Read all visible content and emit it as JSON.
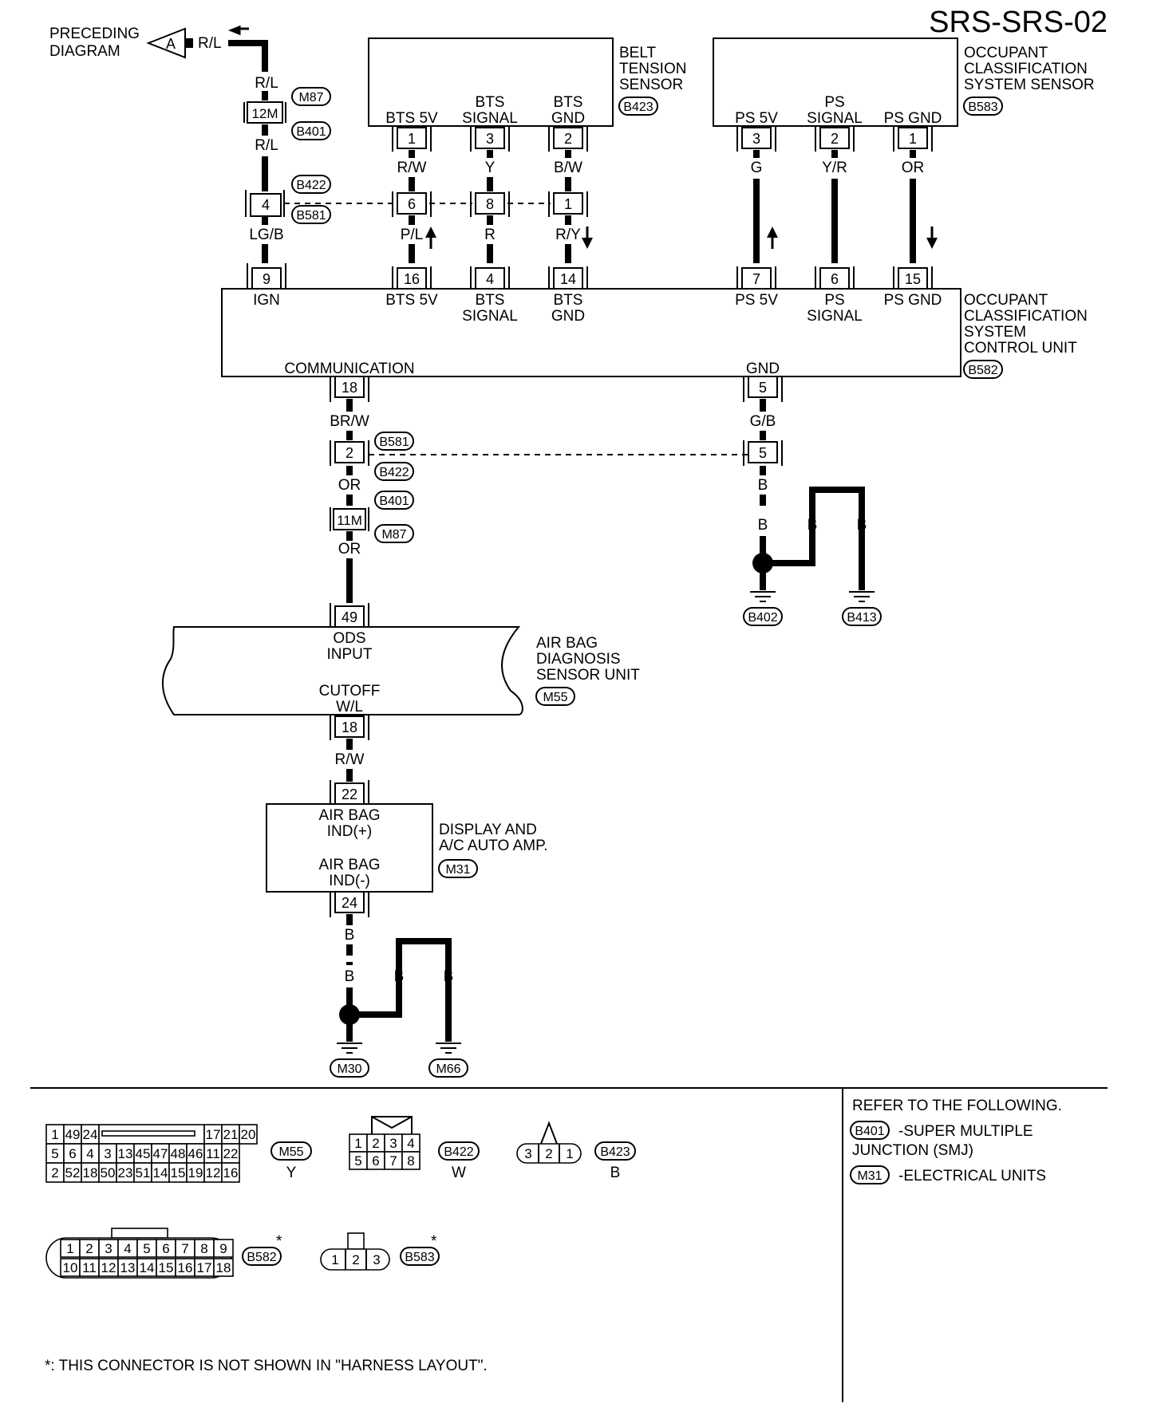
{
  "page_title": "SRS-SRS-02",
  "preceding": {
    "label1": "PRECEDING",
    "label2": "DIAGRAM",
    "badge": "A",
    "wire": "R/L"
  },
  "joint": {
    "top_wire": "R/L",
    "conn1_pin": "12M",
    "conn1_loc": "M87",
    "conn1_loc2": "B401",
    "mid_wire": "R/L",
    "conn2_pin": "4",
    "conn2_loc": "B422",
    "conn2_loc2": "B581",
    "bottom_wire": "LG/B"
  },
  "belt_sensor": {
    "name": [
      "BELT",
      "TENSION",
      "SENSOR"
    ],
    "loc": "B423",
    "pins": [
      {
        "label1": "BTS 5V",
        "label2": "",
        "pin": "1",
        "wire": "R/W",
        "jpin": "6",
        "wire2": "P/L",
        "arrow": "up",
        "cupin": "16"
      },
      {
        "label1": "BTS",
        "label2": "SIGNAL",
        "pin": "3",
        "wire": "Y",
        "jpin": "8",
        "wire2": "R",
        "arrow": "",
        "cupin": "4"
      },
      {
        "label1": "BTS",
        "label2": "GND",
        "pin": "2",
        "wire": "B/W",
        "jpin": "1",
        "wire2": "R/Y",
        "arrow": "down",
        "cupin": "14"
      }
    ]
  },
  "ocs_sensor": {
    "name": [
      "OCCUPANT",
      "CLASSIFICATION",
      "SYSTEM SENSOR"
    ],
    "loc": "B583",
    "pins": [
      {
        "label1": "PS 5V",
        "label2": "",
        "pin": "3",
        "wire": "G",
        "arrow": "up",
        "cupin": "7"
      },
      {
        "label1": "PS",
        "label2": "SIGNAL",
        "pin": "2",
        "wire": "Y/R",
        "arrow": "",
        "cupin": "6"
      },
      {
        "label1": "PS GND",
        "label2": "",
        "pin": "1",
        "wire": "OR",
        "arrow": "down",
        "cupin": "15"
      }
    ]
  },
  "control_unit": {
    "name": [
      "OCCUPANT",
      "CLASSIFICATION",
      "SYSTEM",
      "CONTROL UNIT"
    ],
    "loc": "B582",
    "ign_pin": "9",
    "ign_label": "IGN",
    "top_labels": [
      {
        "l1": "BTS 5V",
        "l2": ""
      },
      {
        "l1": "BTS",
        "l2": "SIGNAL"
      },
      {
        "l1": "BTS",
        "l2": "GND"
      },
      {
        "l1": "PS 5V",
        "l2": ""
      },
      {
        "l1": "PS",
        "l2": "SIGNAL"
      },
      {
        "l1": "PS GND",
        "l2": ""
      }
    ],
    "comm_label": "COMMUNICATION",
    "comm_pin": "18",
    "gnd_label": "GND",
    "gnd_pin": "5"
  },
  "comm_path": {
    "wire1": "BR/W",
    "j_pin": "2",
    "j_loc": "B581",
    "j_loc2": "B422",
    "wire2": "OR",
    "m_pin": "11M",
    "m_loc": "B401",
    "m_loc2": "M87",
    "wire3": "OR"
  },
  "gnd_path": {
    "wire1": "G/B",
    "j_pin": "5",
    "wire2": "B",
    "wire3": "B",
    "wire4": "B",
    "wire5": "B",
    "ground1": "B402",
    "ground2": "B413"
  },
  "airbag_unit": {
    "top_pin": "49",
    "l1": "ODS",
    "l2": "INPUT",
    "l3": "CUTOFF",
    "l4": "W/L",
    "bottom_pin": "18",
    "name": [
      "AIR BAG",
      "DIAGNOSIS",
      "SENSOR UNIT"
    ],
    "loc": "M55"
  },
  "display_amp": {
    "wire_in": "R/W",
    "top_pin": "22",
    "l1": "AIR BAG",
    "l2": "IND(+)",
    "l3": "AIR BAG",
    "l4": "IND(-)",
    "bottom_pin": "24",
    "name": [
      "DISPLAY AND",
      "A/C AUTO AMP."
    ],
    "loc": "M31"
  },
  "display_gnd": {
    "wire1": "B",
    "wire2": "B",
    "wire3": "B",
    "wire4": "B",
    "ground1": "M30",
    "ground2": "M66"
  },
  "connectors": {
    "m55": {
      "loc": "M55",
      "color": "Y",
      "rows": [
        [
          "1",
          "49",
          "24",
          "",
          "17",
          "21",
          "20"
        ],
        [
          "5",
          "6",
          "4",
          "3",
          "13",
          "45",
          "47",
          "48",
          "46",
          "11",
          "22"
        ],
        [
          "2",
          "52",
          "18",
          "50",
          "23",
          "51",
          "14",
          "15",
          "19",
          "12",
          "16"
        ]
      ]
    },
    "b422": {
      "loc": "B422",
      "color": "W",
      "rows": [
        [
          "1",
          "2",
          "3",
          "4"
        ],
        [
          "5",
          "6",
          "7",
          "8"
        ]
      ]
    },
    "b423": {
      "loc": "B423",
      "color": "B",
      "pins": [
        "3",
        "2",
        "1"
      ]
    },
    "b582": {
      "loc": "B582",
      "star": "*",
      "rows": [
        [
          "1",
          "2",
          "3",
          "4",
          "5",
          "6",
          "7",
          "8",
          "9"
        ],
        [
          "10",
          "11",
          "12",
          "13",
          "14",
          "15",
          "16",
          "17",
          "18"
        ]
      ]
    },
    "b583": {
      "loc": "B583",
      "star": "*",
      "pins": [
        "1",
        "2",
        "3"
      ]
    }
  },
  "refer": {
    "title": "REFER TO THE FOLLOWING.",
    "items": [
      {
        "loc": "B401",
        "text1": "-SUPER MULTIPLE",
        "text2": "JUNCTION (SMJ)"
      },
      {
        "loc": "M31",
        "text1": "-ELECTRICAL UNITS",
        "text2": ""
      }
    ]
  },
  "footnote": "*: THIS CONNECTOR IS NOT SHOWN IN \"HARNESS LAYOUT\"."
}
